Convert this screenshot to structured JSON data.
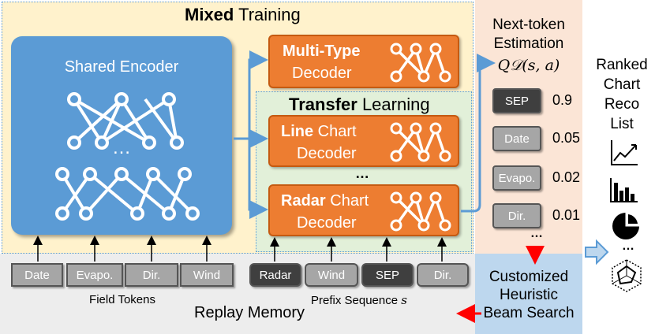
{
  "mixed_training": {
    "bold": "Mixed",
    "rest": " Training"
  },
  "shared_encoder": {
    "label": "Shared Encoder",
    "ellipsis": "…"
  },
  "multi_type_decoder": {
    "bold": "Multi-Type",
    "line2": "Decoder"
  },
  "transfer_learning": {
    "bold": "Transfer",
    "rest": " Learning"
  },
  "line_decoder": {
    "bold": "Line",
    "rest": " Chart",
    "line2": "Decoder"
  },
  "decoders_ellipsis": "…",
  "radar_decoder": {
    "bold": "Radar",
    "rest": " Chart",
    "line2": "Decoder"
  },
  "next_token": {
    "title_line1": "Next-token",
    "title_line2": "Estimation",
    "formula": "Q𝒟(s, a)",
    "items": [
      {
        "token": "SEP",
        "prob": "0.9"
      },
      {
        "token": "Date",
        "prob": "0.05"
      },
      {
        "token": "Evapo.",
        "prob": "0.02"
      },
      {
        "token": "Dir.",
        "prob": "0.01"
      }
    ],
    "ellipsis": "…"
  },
  "field_tokens": {
    "items": [
      "Date",
      "Evapo.",
      "Dir.",
      "Wind"
    ],
    "label": "Field Tokens"
  },
  "prefix_sequence": {
    "items": [
      "Radar",
      "Wind",
      "SEP",
      "Dir."
    ],
    "label": "Prefix Sequence",
    "symbol": "s"
  },
  "replay_memory": "Replay Memory",
  "beam_search": {
    "line1": "Customized",
    "line2": "Heuristic",
    "line3": "Beam Search"
  },
  "ranked_list": {
    "line1": "Ranked",
    "line2": "Chart",
    "line3": "Reco",
    "line4": "List",
    "ellipsis": "…"
  },
  "colors": {
    "mixed_bg": "#fff2cc",
    "transfer_bg": "#e2f0d9",
    "next_token_bg": "#fbe5d6",
    "replay_bg": "#ededed",
    "beam_bg": "#bdd7ee",
    "encoder": "#5b9bd5",
    "decoder": "#ed7d31",
    "arrow_blue": "#5b9bd5",
    "arrow_red": "#ff0000"
  }
}
